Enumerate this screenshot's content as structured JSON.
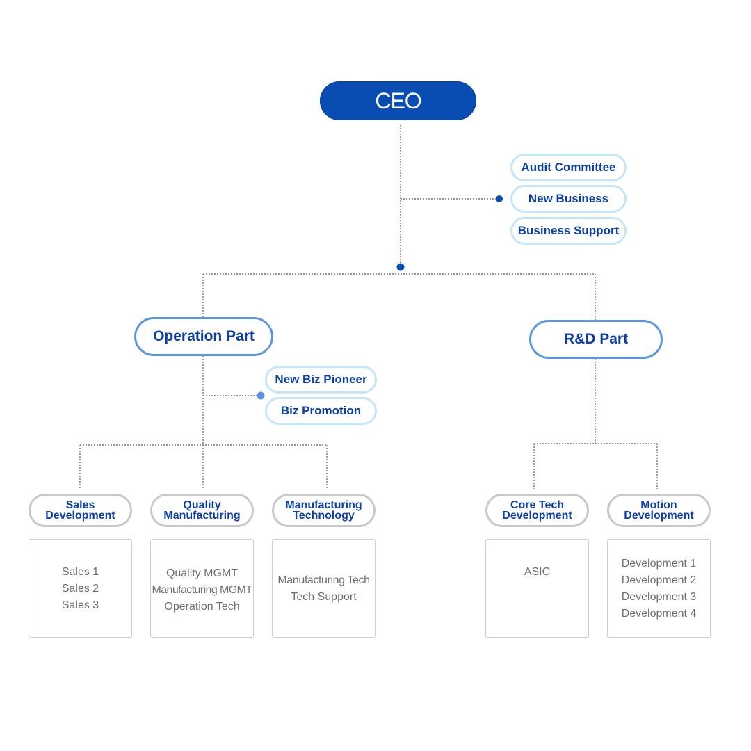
{
  "ceo": {
    "label": "CEO"
  },
  "staff": [
    {
      "label": "Audit Committee"
    },
    {
      "label": "New Business"
    },
    {
      "label": "Business Support"
    }
  ],
  "operation": {
    "label": "Operation Part",
    "staff": [
      {
        "label": "New Biz Pioneer"
      },
      {
        "label": "Biz Promotion"
      }
    ],
    "teams": [
      {
        "title": [
          "Sales",
          "Development"
        ],
        "units": [
          "Sales 1",
          "Sales 2",
          "Sales 3"
        ]
      },
      {
        "title": [
          "Quality",
          "Manufacturing"
        ],
        "units": [
          "Quality MGMT",
          "Manufacturing MGMT",
          "Operation Tech"
        ]
      },
      {
        "title": [
          "Manufacturing",
          "Technology"
        ],
        "units": [
          "Manufacturing Tech",
          "Tech Support"
        ]
      }
    ]
  },
  "rnd": {
    "label": "R&D Part",
    "teams": [
      {
        "title": [
          "Core Tech",
          "Development"
        ],
        "units": [
          "ASIC"
        ]
      },
      {
        "title": [
          "Motion",
          "Development"
        ],
        "units": [
          "Development 1",
          "Development 2",
          "Development 3",
          "Development 4"
        ]
      }
    ]
  },
  "colors": {
    "ceo_fill": "#0a4db2",
    "text_blue": "#0b3fa6",
    "light_border": "#c3e6fb",
    "part_border": "#5c96e3",
    "team_border": "#c9c9c9",
    "unit_text": "#6e6e6e",
    "connector": "#777777",
    "dot_dark": "#0a4db2",
    "dot_light": "#5c96e3"
  }
}
